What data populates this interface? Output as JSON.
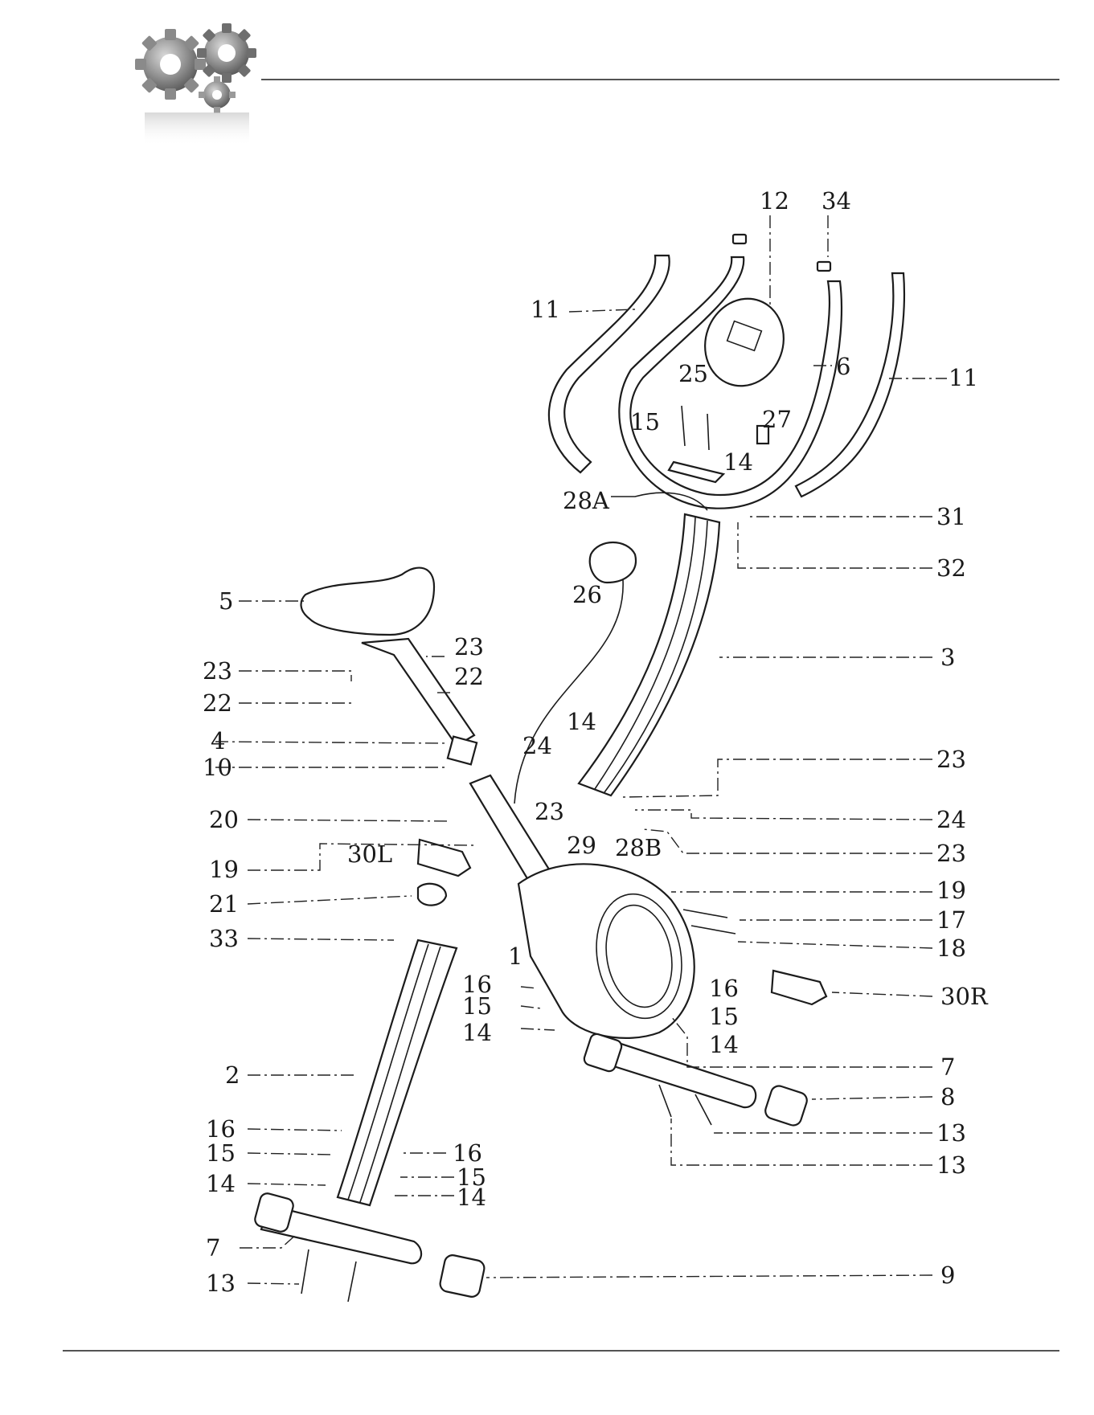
{
  "labels": [
    {
      "id": "12",
      "text": "12"
    },
    {
      "id": "34",
      "text": "34"
    },
    {
      "id": "11-left",
      "text": "11"
    },
    {
      "id": "11-right",
      "text": "11"
    },
    {
      "id": "6",
      "text": "6"
    },
    {
      "id": "25",
      "text": "25"
    },
    {
      "id": "27",
      "text": "27"
    },
    {
      "id": "15-top",
      "text": "15"
    },
    {
      "id": "14-top",
      "text": "14"
    },
    {
      "id": "28A",
      "text": "28A"
    },
    {
      "id": "31",
      "text": "31"
    },
    {
      "id": "32",
      "text": "32"
    },
    {
      "id": "26",
      "text": "26"
    },
    {
      "id": "5",
      "text": "5"
    },
    {
      "id": "23-seat-right",
      "text": "23"
    },
    {
      "id": "23-seat-left",
      "text": "23"
    },
    {
      "id": "22-seat-right",
      "text": "22"
    },
    {
      "id": "22-seat-left",
      "text": "22"
    },
    {
      "id": "3",
      "text": "3"
    },
    {
      "id": "4",
      "text": "4"
    },
    {
      "id": "10",
      "text": "10"
    },
    {
      "id": "14-mid",
      "text": "14"
    },
    {
      "id": "24-mid",
      "text": "24"
    },
    {
      "id": "23-mid",
      "text": "23"
    },
    {
      "id": "23-right-top",
      "text": "23"
    },
    {
      "id": "24-right",
      "text": "24"
    },
    {
      "id": "23-right-bottom",
      "text": "23"
    },
    {
      "id": "20",
      "text": "20"
    },
    {
      "id": "29",
      "text": "29"
    },
    {
      "id": "28B",
      "text": "28B"
    },
    {
      "id": "19-left",
      "text": "19"
    },
    {
      "id": "30L",
      "text": "30L"
    },
    {
      "id": "19-right",
      "text": "19"
    },
    {
      "id": "21",
      "text": "21"
    },
    {
      "id": "17",
      "text": "17"
    },
    {
      "id": "33",
      "text": "33"
    },
    {
      "id": "18",
      "text": "18"
    },
    {
      "id": "1",
      "text": "1"
    },
    {
      "id": "16-mid-left",
      "text": "16"
    },
    {
      "id": "16-mid-right",
      "text": "16"
    },
    {
      "id": "30R",
      "text": "30R"
    },
    {
      "id": "15-mid-left",
      "text": "15"
    },
    {
      "id": "15-mid-right",
      "text": "15"
    },
    {
      "id": "14-mid-left",
      "text": "14"
    },
    {
      "id": "14-mid-right",
      "text": "14"
    },
    {
      "id": "7-right",
      "text": "7"
    },
    {
      "id": "2",
      "text": "2"
    },
    {
      "id": "8",
      "text": "8"
    },
    {
      "id": "16-low-left",
      "text": "16"
    },
    {
      "id": "16-low-right",
      "text": "16"
    },
    {
      "id": "13-right-top",
      "text": "13"
    },
    {
      "id": "15-low-left",
      "text": "15"
    },
    {
      "id": "15-low-right",
      "text": "15"
    },
    {
      "id": "13-right-bottom",
      "text": "13"
    },
    {
      "id": "14-low-left",
      "text": "14"
    },
    {
      "id": "14-low-right",
      "text": "14"
    },
    {
      "id": "7-left",
      "text": "7"
    },
    {
      "id": "9",
      "text": "9"
    },
    {
      "id": "13-left",
      "text": "13"
    }
  ],
  "icons": {
    "header": "gears-icon"
  }
}
